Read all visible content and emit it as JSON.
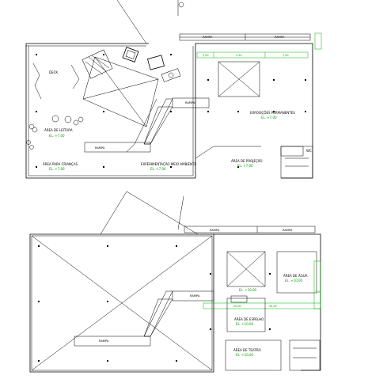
{
  "plan_top": {
    "labels": {
      "deck": "DECK",
      "reading_area": "ÁREA DE LEITURA",
      "children_area": "ÁREA PARA CRIANÇAS",
      "experiment": "EXPERIMENTAÇÃO MEIO AMBIENTE",
      "projection_area": "ÁREA DE PROJEÇÃO",
      "permanent_exhibits": "EXPOSIÇÕES PERMANENTES",
      "wc": "WC",
      "ramp": "RAMPA"
    },
    "elevations": {
      "reading": "EL. +7,00",
      "children": "EL. +7,00",
      "experiment": "EL. +7,00",
      "projection": "EL. +7,00",
      "exhibits": "EL. +7,00"
    },
    "dims": [
      "3,50",
      "3,50",
      "7,50"
    ]
  },
  "plan_bottom": {
    "labels": {
      "water_area": "ÁREA DE ÁGUA",
      "mirror_area": "ÁREA DE ESPELHO",
      "theatre_area": "ÁREA DE TEATRO",
      "ramp": "RAMPA"
    },
    "elevations": {
      "center": "EL. +10,00",
      "water": "EL. +10,00",
      "mirror": "EL. +10,00",
      "theatre": "EL. +10,00"
    },
    "dims": [
      "20,00",
      "20,00",
      "3,00"
    ]
  }
}
